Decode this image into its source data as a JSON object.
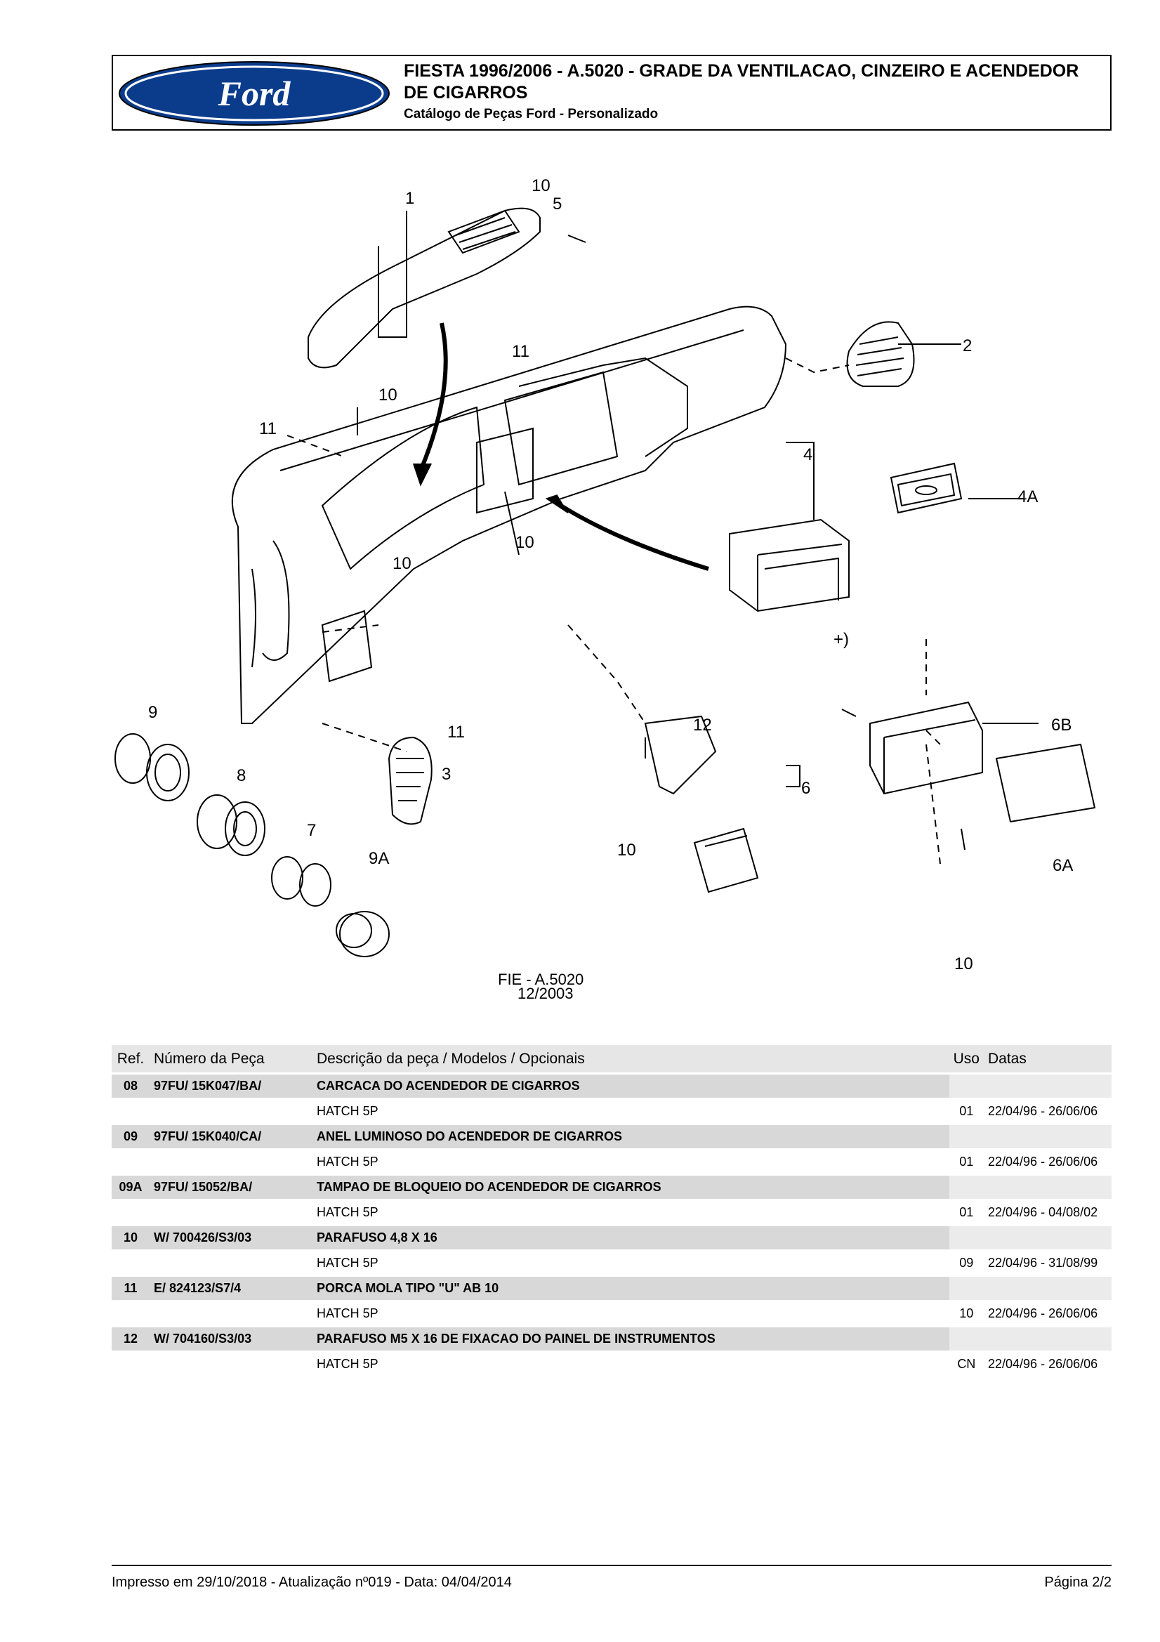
{
  "header": {
    "logo_text": "Ford",
    "title": "FIESTA 1996/2006 - A.5020 - GRADE DA VENTILACAO, CINZEIRO E ACENDEDOR DE CIGARROS",
    "subtitle": "Catálogo de Peças Ford - Personalizado"
  },
  "diagram": {
    "callouts": [
      "1",
      "10",
      "5",
      "2",
      "11",
      "10",
      "11",
      "4",
      "4A",
      "10",
      "10",
      "+)",
      "11",
      "9",
      "8",
      "7",
      "9A",
      "3",
      "12",
      "6",
      "6B",
      "10",
      "6A",
      "10"
    ],
    "code": "FIE - A.5020",
    "date": "12/2003"
  },
  "table": {
    "headers": {
      "ref": "Ref.",
      "part_number": "Número da Peça",
      "description": "Descrição da peça / Modelos / Opcionais",
      "uso": "Uso",
      "dates": "Datas"
    },
    "parts": [
      {
        "ref": "08",
        "part_number": "97FU/  15K047/BA/",
        "description": "CARCACA DO ACENDEDOR DE CIGARROS",
        "model": "HATCH 5P",
        "uso": "01",
        "dates": "22/04/96 - 26/06/06"
      },
      {
        "ref": "09",
        "part_number": "97FU/  15K040/CA/",
        "description": "ANEL LUMINOSO DO ACENDEDOR DE CIGARROS",
        "model": "HATCH 5P",
        "uso": "01",
        "dates": "22/04/96 - 26/06/06"
      },
      {
        "ref": "09A",
        "part_number": "97FU/   15052/BA/",
        "description": "TAMPAO DE BLOQUEIO DO ACENDEDOR DE CIGARROS",
        "model": "HATCH 5P",
        "uso": "01",
        "dates": "22/04/96 - 04/08/02"
      },
      {
        "ref": "10",
        "part_number": "W/  700426/S3/03",
        "description": "PARAFUSO 4,8 X 16",
        "model": "HATCH 5P",
        "uso": "09",
        "dates": "22/04/96 - 31/08/99"
      },
      {
        "ref": "11",
        "part_number": "E/  824123/S7/4",
        "description": "PORCA MOLA TIPO \"U\" AB 10",
        "model": "HATCH 5P",
        "uso": "10",
        "dates": "22/04/96 - 26/06/06"
      },
      {
        "ref": "12",
        "part_number": "W/  704160/S3/03",
        "description": "PARAFUSO M5 X 16 DE FIXACAO DO PAINEL DE INSTRUMENTOS",
        "model": "HATCH 5P",
        "uso": "CN",
        "dates": "22/04/96 - 26/06/06"
      }
    ]
  },
  "footer": {
    "printed": "Impresso em 29/10/2018 - Atualização nº019 - Data: 04/04/2014",
    "page": "Página 2/2"
  }
}
